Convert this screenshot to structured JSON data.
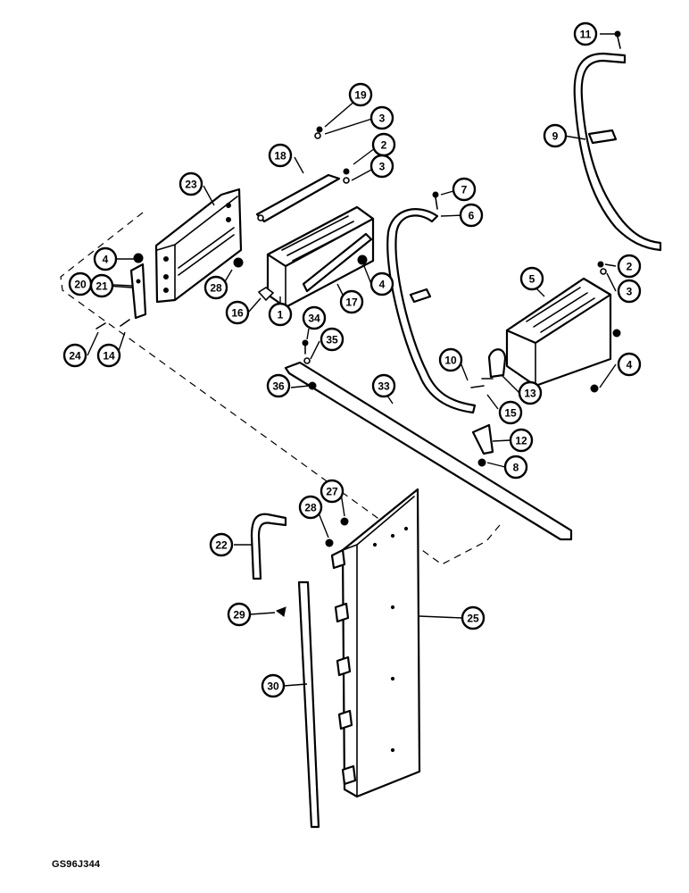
{
  "figure_ref": "GS96J344",
  "callouts": [
    {
      "label": "1"
    },
    {
      "label": "2"
    },
    {
      "label": "2"
    },
    {
      "label": "3"
    },
    {
      "label": "3"
    },
    {
      "label": "3"
    },
    {
      "label": "4"
    },
    {
      "label": "4"
    },
    {
      "label": "4"
    },
    {
      "label": "5"
    },
    {
      "label": "6"
    },
    {
      "label": "7"
    },
    {
      "label": "8"
    },
    {
      "label": "9"
    },
    {
      "label": "10"
    },
    {
      "label": "11"
    },
    {
      "label": "12"
    },
    {
      "label": "13"
    },
    {
      "label": "14"
    },
    {
      "label": "15"
    },
    {
      "label": "16"
    },
    {
      "label": "17"
    },
    {
      "label": "18"
    },
    {
      "label": "19"
    },
    {
      "label": "20"
    },
    {
      "label": "21"
    },
    {
      "label": "22"
    },
    {
      "label": "23"
    },
    {
      "label": "24"
    },
    {
      "label": "25"
    },
    {
      "label": "27"
    },
    {
      "label": "28"
    },
    {
      "label": "28"
    },
    {
      "label": "29"
    },
    {
      "label": "30"
    },
    {
      "label": "33"
    },
    {
      "label": "34"
    },
    {
      "label": "35"
    },
    {
      "label": "36"
    }
  ]
}
